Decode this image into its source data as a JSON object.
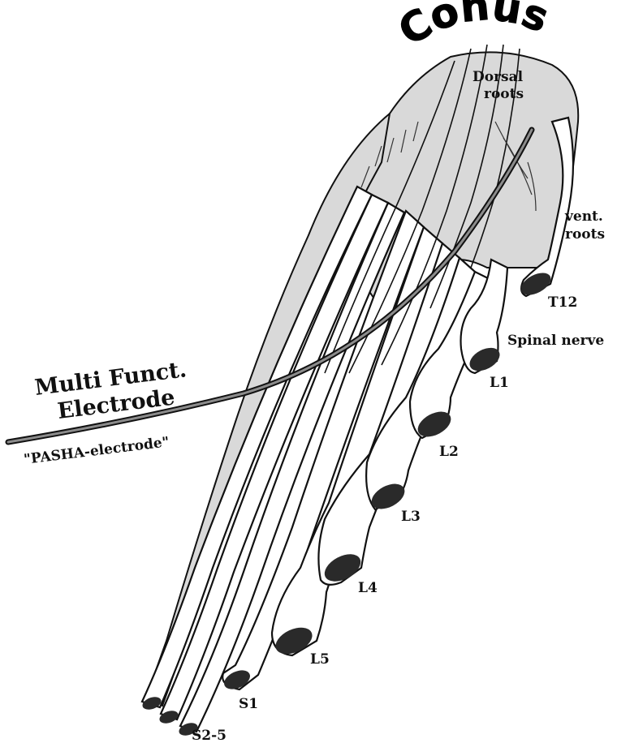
{
  "labels": {
    "title": "Conus",
    "dorsal_roots_1": "Dorsal",
    "dorsal_roots_2": "roots",
    "vent_roots_1": "vent.",
    "vent_roots_2": "roots",
    "t12": "T12",
    "spinal_nerve": "Spinal nerve",
    "l1": "L1",
    "l2": "L2",
    "l3": "L3",
    "l4": "L4",
    "l5": "L5",
    "s1": "S1",
    "s2_5": "S2-5",
    "electrode_1": "Multi Funct.",
    "electrode_2": "Electrode",
    "electrode_name": "\"PASHA-electrode\""
  },
  "colors": {
    "ink": "#111111",
    "shade": "#d9d9d9",
    "electrode_core": "#8c8c8c"
  }
}
